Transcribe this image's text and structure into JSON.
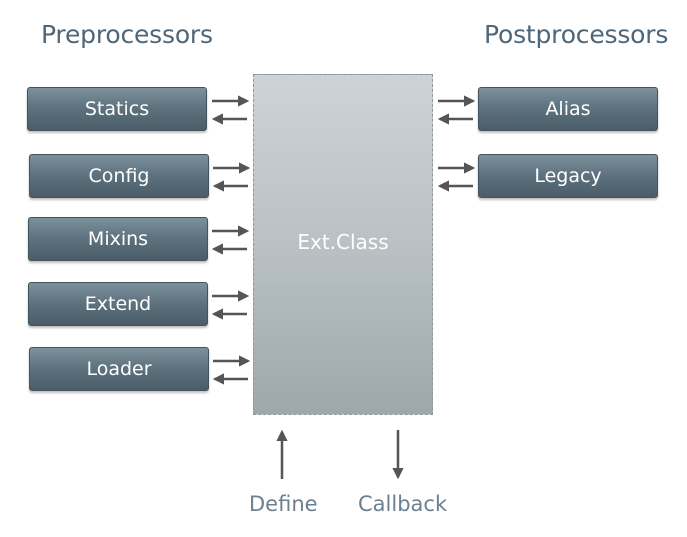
{
  "headings": {
    "preprocessors": "Preprocessors",
    "postprocessors": "Postprocessors"
  },
  "preprocessors": [
    {
      "label": "Statics"
    },
    {
      "label": "Config"
    },
    {
      "label": "Mixins"
    },
    {
      "label": "Extend"
    },
    {
      "label": "Loader"
    }
  ],
  "postprocessors": [
    {
      "label": "Alias"
    },
    {
      "label": "Legacy"
    }
  ],
  "center": {
    "label": "Ext.Class"
  },
  "bottom": {
    "define": "Define",
    "callback": "Callback"
  },
  "colors": {
    "heading": "#4e6678",
    "box_top": "#7c919c",
    "box_bottom": "#4a5d68",
    "center_top": "#cdd3d6",
    "center_bottom": "#9ea7ab",
    "arrow": "#555555",
    "bottom_label": "#6b8090"
  }
}
